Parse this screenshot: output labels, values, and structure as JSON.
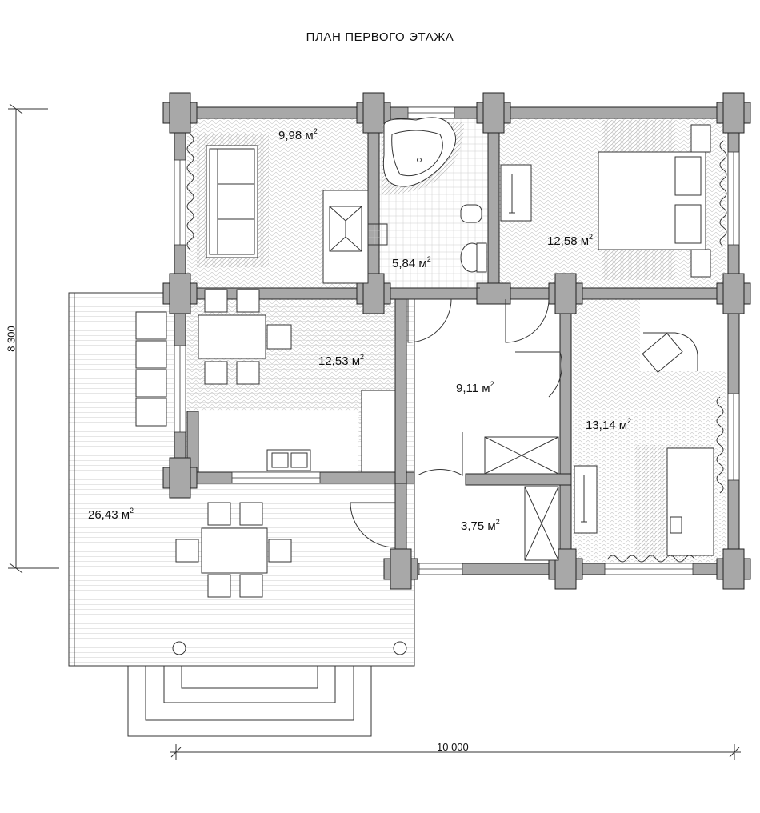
{
  "title": "ПЛАН ПЕРВОГО ЭТАЖА",
  "rooms": {
    "living": {
      "value": "9,98 м",
      "sup": "2"
    },
    "bath": {
      "value": "5,84 м",
      "sup": "2"
    },
    "bedroom1": {
      "value": "12,58 м",
      "sup": "2"
    },
    "kitchen": {
      "value": "12,53 м",
      "sup": "2"
    },
    "hall": {
      "value": "9,11 м",
      "sup": "2"
    },
    "bedroom2": {
      "value": "13,14 м",
      "sup": "2"
    },
    "terrace": {
      "value": "26,43 м",
      "sup": "2"
    },
    "vestibule": {
      "value": "3,75 м",
      "sup": "2"
    }
  },
  "dimensions": {
    "width": "10 000",
    "height": "8 300"
  },
  "colors": {
    "wall": "#a8a8a8",
    "line": "#222222",
    "tile": "#d8d8d8"
  }
}
